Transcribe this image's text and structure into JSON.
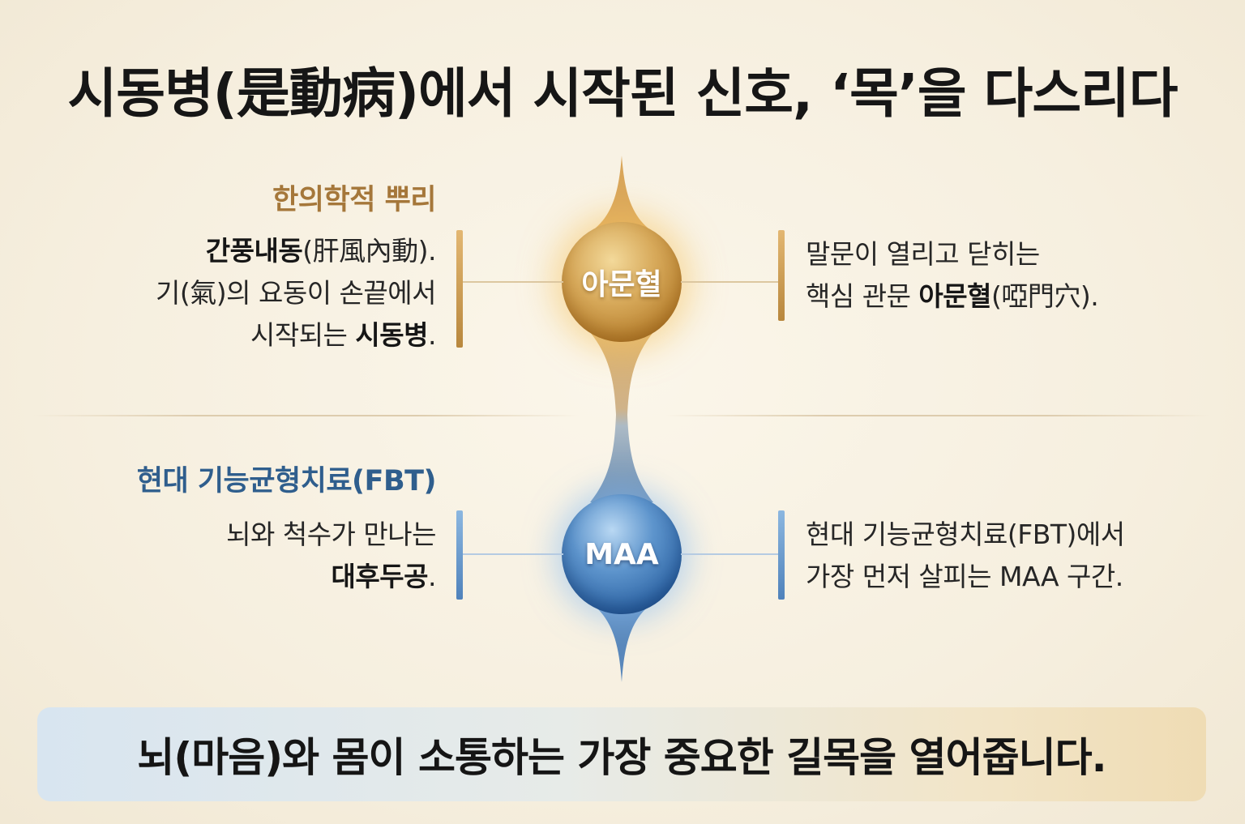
{
  "title": "시동병(是動病)에서 시작된 신호, ‘목’을 다스리다",
  "orbs": {
    "top": "아문혈",
    "bottom": "MAA"
  },
  "top_section": {
    "heading": "한의학적 뿌리",
    "left_lines": [
      {
        "bold": "간풍내동",
        "rest": "(肝風內動)."
      },
      {
        "plain": "기(氣)의 요동이 손끝에서"
      },
      {
        "plain_before": "시작되는 ",
        "bold": "시동병",
        "rest": "."
      }
    ],
    "right_lines": [
      {
        "plain": "말문이 열리고 닫히는"
      },
      {
        "plain_before": "핵심 관문 ",
        "bold": "아문혈",
        "rest": "(啞門穴)."
      }
    ]
  },
  "bottom_section": {
    "heading": "현대 기능균형치료(FBT)",
    "left_lines": [
      {
        "plain": "뇌와 척수가 만나는"
      },
      {
        "bold": "대후두공",
        "rest": "."
      }
    ],
    "right_lines": [
      {
        "plain": "현대 기능균형치료(FBT)에서"
      },
      {
        "plain": "가장 먼저 살피는 MAA 구간."
      }
    ]
  },
  "banner": "뇌(마음)와 몸이 소통하는 가장 중요한 길목을 열어줍니다.",
  "colors": {
    "gold_accent": "#a5773a",
    "blue_accent": "#2f5e8d",
    "background": "#f6efdf"
  }
}
